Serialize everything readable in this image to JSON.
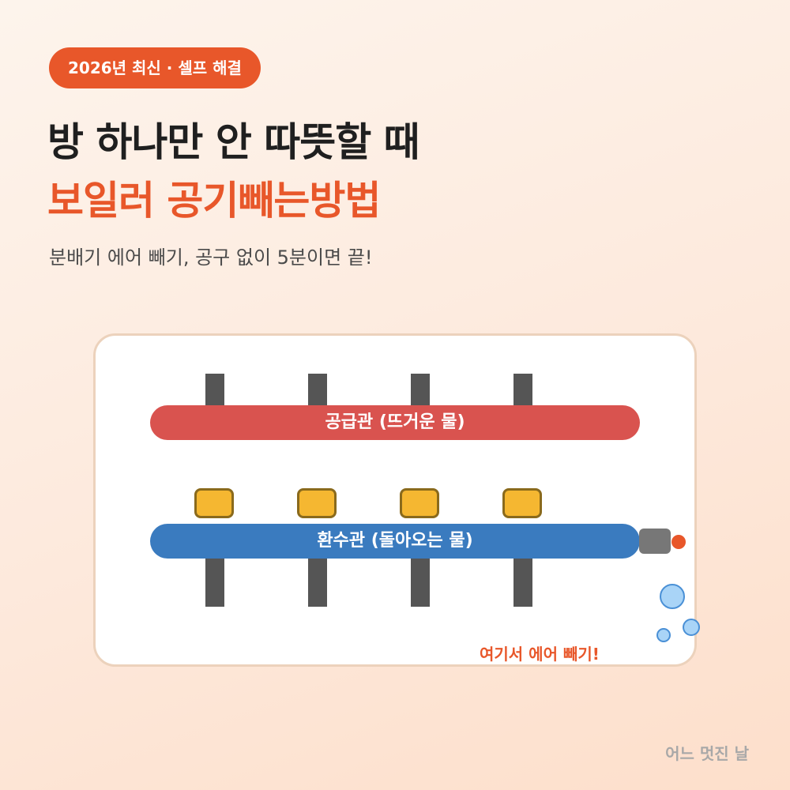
{
  "header": {
    "badge": "2026년 최신 · 셀프 해결",
    "title_line1": "방 하나만 안 따뜻할 때",
    "title_line2": "보일러 공기빼는방법",
    "subtitle": "분배기 에어 빼기, 공구 없이 5분이면 끝!"
  },
  "diagram": {
    "supply_pipe_label": "공급관 (뜨거운 물)",
    "return_pipe_label": "환수관 (돌아오는 물)",
    "callout": "여기서 에어 빼기!",
    "colors": {
      "supply": "#d9534f",
      "return": "#3a7bbf",
      "valve": "#f5b731",
      "accent": "#e8572a",
      "pole": "#555555",
      "bubble": "#a9d4f7"
    }
  },
  "footer": {
    "brand": "어느 멋진 날"
  }
}
